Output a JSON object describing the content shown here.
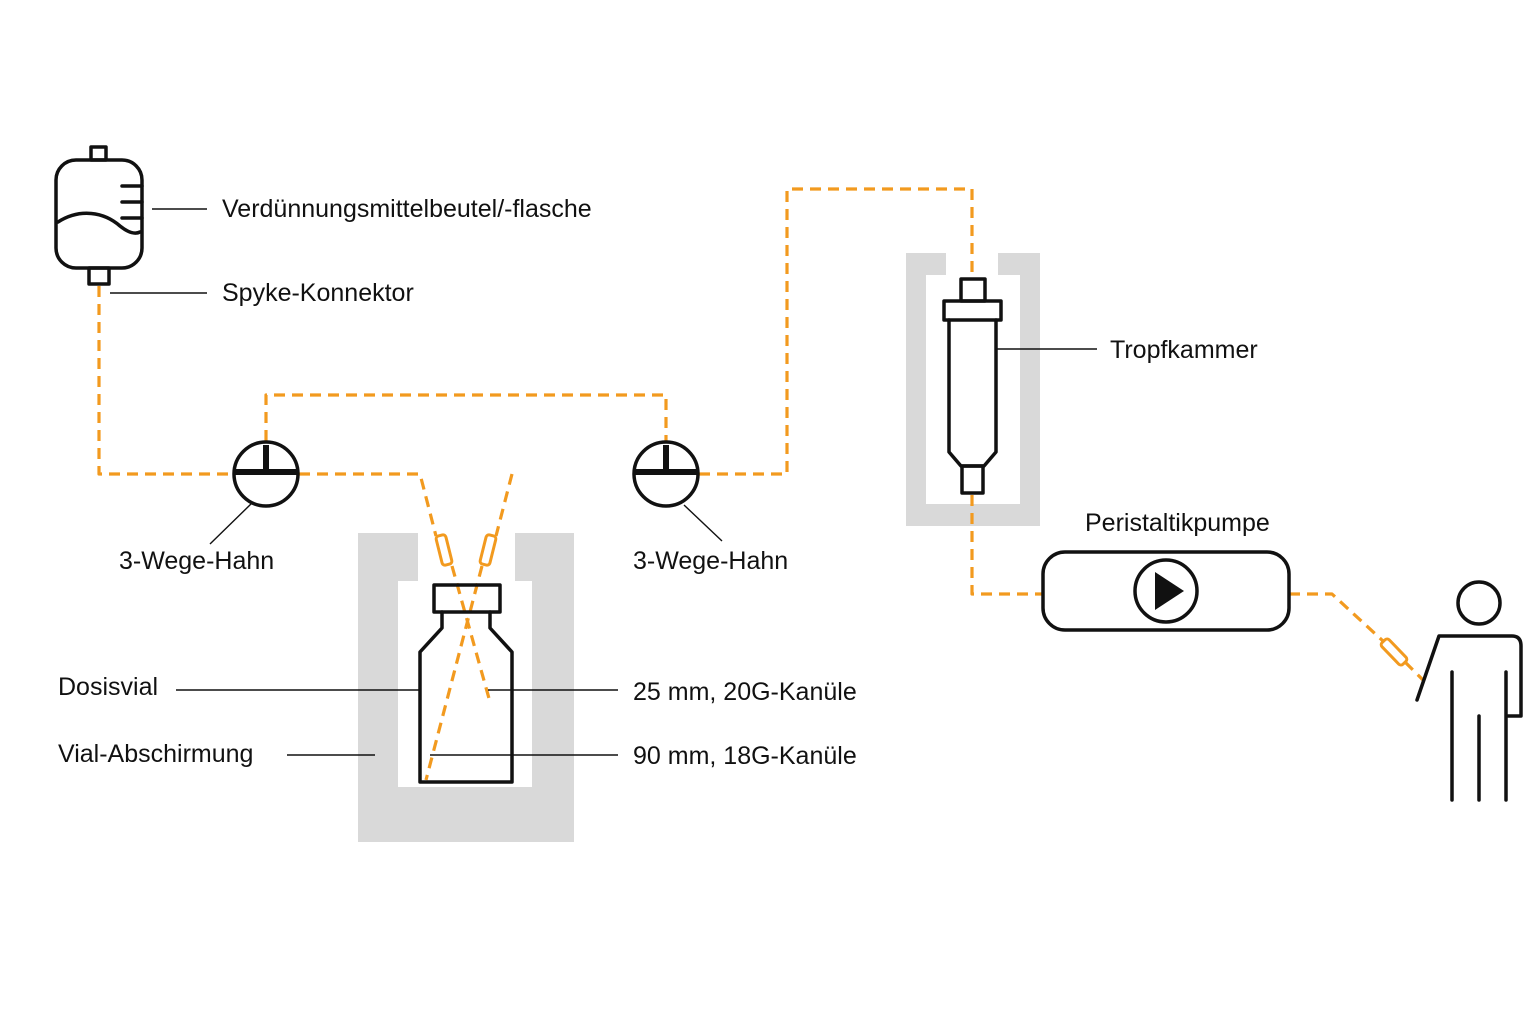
{
  "colors": {
    "tubing": "#F29A1F",
    "shielding": "#D9D9D9",
    "outline": "#111111"
  },
  "labels": {
    "diluent_bag": "Verdünnungsmittelbeutel/-flasche",
    "spike_connector": "Spyke-Konnektor",
    "stopcock_left": "3-Wege-Hahn",
    "stopcock_right": "3-Wege-Hahn",
    "drip_chamber": "Tropfkammer",
    "pump": "Peristaltikpumpe",
    "dose_vial": "Dosisvial",
    "vial_shield": "Vial-Abschirmung",
    "needle_short": "25 mm, 20G-Kanüle",
    "needle_long": "90 mm, 18G-Kanüle"
  },
  "icons": {
    "diluent_bag": "iv-bag-icon",
    "stopcock": "three-way-stopcock-icon",
    "dose_vial": "vial-icon",
    "drip_chamber": "drip-chamber-icon",
    "pump": "peristaltic-pump-play-icon",
    "patient": "person-icon"
  }
}
